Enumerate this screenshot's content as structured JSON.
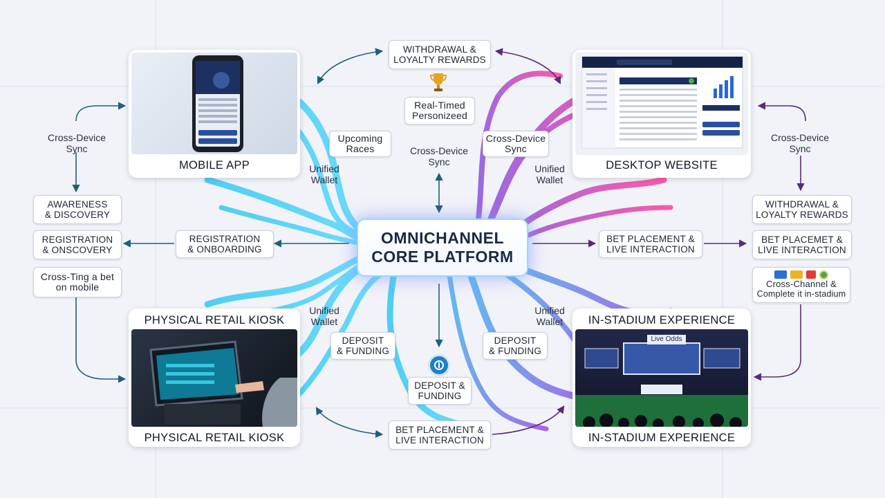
{
  "core": {
    "line1": "OMNICHANNEL",
    "line2": "CORE PLATFORM"
  },
  "cards": {
    "mobile_app": {
      "title": "MOBILE APP"
    },
    "desktop_website": {
      "title": "DESKTOP WEBSITE"
    },
    "kiosk": {
      "title_top": "PHYSICAL RETAIL KIOSK",
      "title_bottom": "PHYSICAL RETAIL KIOSK"
    },
    "stadium": {
      "title_top": "IN-STADIUM EXPERIENCE",
      "title_bottom": "IN-STADIUM EXPERIENCE",
      "screen_text": "Live Odds"
    }
  },
  "top": {
    "withdrawal": {
      "line1": "WITHDRAWAL &",
      "line2": "LOYALTY REWARDS"
    },
    "realtime": {
      "line1": "Real-Timed",
      "line2": "Personizeed"
    }
  },
  "bottom": {
    "deposit": {
      "line1": "DEPOSIT &",
      "line2": "FUNDING"
    },
    "bet": {
      "line1": "BET PLACEMENT &",
      "line2": "LIVE INTERACTION"
    }
  },
  "center_labels": {
    "upcoming": {
      "line1": "Upcoming",
      "line2": "Races"
    },
    "cross_device_center": {
      "line1": "Cross-Device",
      "line2": "Sync"
    },
    "cross_device_right": {
      "line1": "Cross-Device",
      "line2": "Sync"
    },
    "unified_tl": {
      "line1": "Unified",
      "line2": "Wallet"
    },
    "unified_tr": {
      "line1": "Unified",
      "line2": "Wallet"
    },
    "unified_bl": {
      "line1": "Unified",
      "line2": "Wallet"
    },
    "unified_br": {
      "line1": "Unified",
      "line2": "Wallet"
    },
    "deposit_left": {
      "line1": "DEPOSIT",
      "line2": "& FUNDING"
    },
    "deposit_right": {
      "line1": "DEPOSIT",
      "line2": "& FUNDING"
    },
    "registration": {
      "line1": "REGISTRATION",
      "line2": "& ONBOARDING"
    },
    "bet_center": {
      "line1": "BET PLACEMENT &",
      "line2": "LIVE INTERACTION"
    }
  },
  "left_column": {
    "cross_device": {
      "line1": "Cross-Device",
      "line2": "Sync"
    },
    "awareness": {
      "line1": "AWARENESS",
      "line2": "& DISCOVERY"
    },
    "registration": {
      "line1": "REGISTRATION",
      "line2": "& ONSCOVERY"
    },
    "cross_ting": {
      "line1": "Cross-Ting a bet",
      "line2": "on mobile"
    }
  },
  "right_column": {
    "cross_device": {
      "line1": "Cross-Device",
      "line2": "Sync"
    },
    "withdrawal": {
      "line1": "WITHDRAWAL &",
      "line2": "LOYALTY REWARDS"
    },
    "bet": {
      "line1": "BET PLACEMET &",
      "line2": "LIVE INTERACTION"
    },
    "cross_channel": {
      "line1": "Cross-Channel &",
      "line2": "Complete it in-stadium"
    }
  },
  "colors": {
    "cyan_flow": "#2fc3ee",
    "magenta_flow": "#e0489a",
    "purple_flow": "#8a4fd8",
    "arrow_teal": "#1f5f7a",
    "arrow_purple": "#5a2a7a"
  }
}
